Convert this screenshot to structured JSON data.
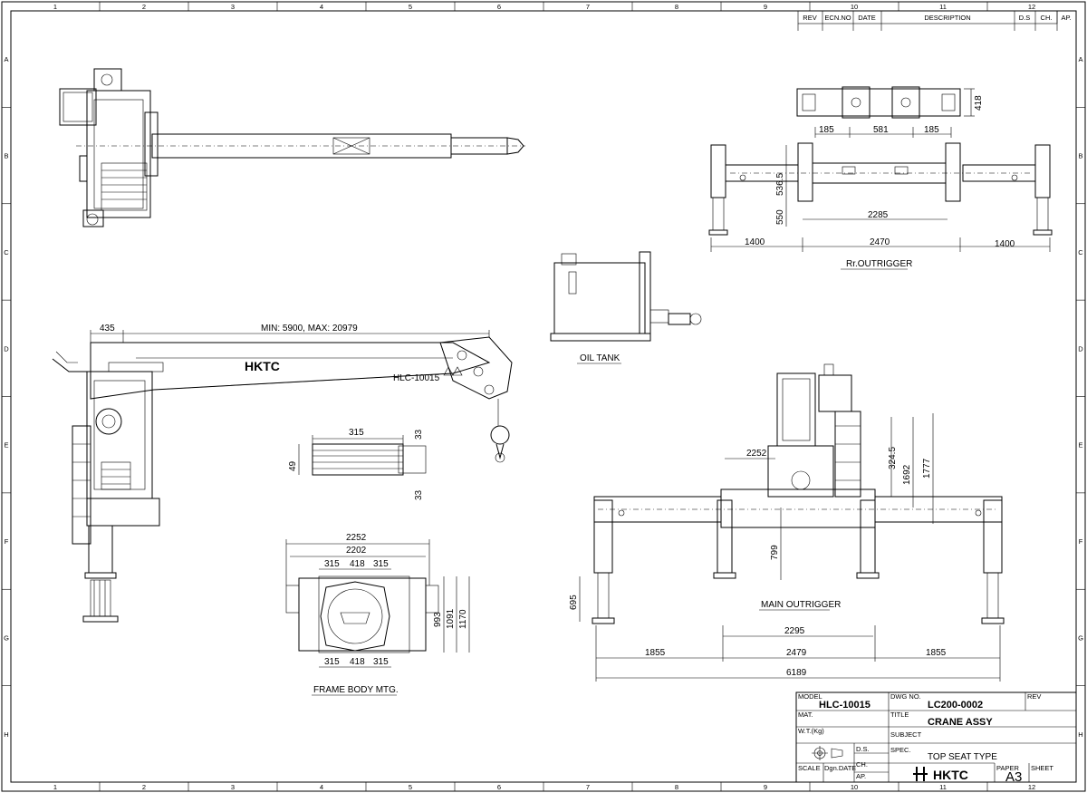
{
  "border": {
    "cols": [
      "1",
      "2",
      "3",
      "4",
      "5",
      "6",
      "7",
      "8",
      "9",
      "10",
      "11",
      "12"
    ],
    "rows": [
      "A",
      "B",
      "C",
      "D",
      "E",
      "F",
      "G",
      "H"
    ]
  },
  "revision_table": {
    "headers": [
      "REV",
      "ECN.NO",
      "DATE",
      "DESCRIPTION",
      "D.S",
      "CH.",
      "AP."
    ]
  },
  "views": {
    "main_outrigger": "MAIN OUTRIGGER",
    "rr_outrigger": "Rr.OUTRIGGER",
    "oil_tank": "OIL TANK",
    "frame_body": "FRAME BODY MTG."
  },
  "side_view": {
    "boom_brand": "HKTC",
    "boom_model": "HLC-10015",
    "dim_435": "435",
    "dim_reach": "MIN: 5900, MAX: 20979"
  },
  "rr_dims": {
    "d418": "418",
    "d185a": "185",
    "d581": "581",
    "d185b": "185",
    "d5365": "536.5",
    "d550": "550",
    "d2285": "2285",
    "d1400a": "1400",
    "d2470": "2470",
    "d1400b": "1400"
  },
  "pad_dims": {
    "d315": "315",
    "d33a": "33",
    "d49": "49",
    "d33b": "33"
  },
  "frame_dims": {
    "d2252": "2252",
    "d2202": "2202",
    "d315a": "315",
    "d418a": "418",
    "d315b": "315",
    "d315c": "315",
    "d418b": "418",
    "d315d": "315",
    "d993": "993",
    "d1091": "1091",
    "d1170": "1170"
  },
  "main_dims": {
    "d2252": "2252",
    "d3245": "324.5",
    "d1692": "1692",
    "d1777": "1777",
    "d799": "799",
    "d695": "695",
    "d2295": "2295",
    "d1855a": "1855",
    "d2479": "2479",
    "d1855b": "1855",
    "d6189": "6189"
  },
  "title_block": {
    "model_label": "MODEL",
    "model_value": "HLC-10015",
    "dwg_label": "DWG NO.",
    "dwg_value": "LC200-0002",
    "rev_label": "REV",
    "mat_label": "MAT.",
    "title_label": "TITLE",
    "title_value": "CRANE ASSY",
    "wt_label": "W.T.(Kg)",
    "subject_label": "SUBJECT",
    "spec_label": "SPEC.",
    "spec_value": "TOP SEAT TYPE",
    "ds_label": "D.S.",
    "ch_label": "CH.",
    "ap_label": "AP.",
    "scale_label": "SCALE",
    "dgn_date_label": "Dgn.DATE",
    "brand": "HKTC",
    "paper_label": "PAPER",
    "paper_value": "A3",
    "sheet_label": "SHEET"
  }
}
